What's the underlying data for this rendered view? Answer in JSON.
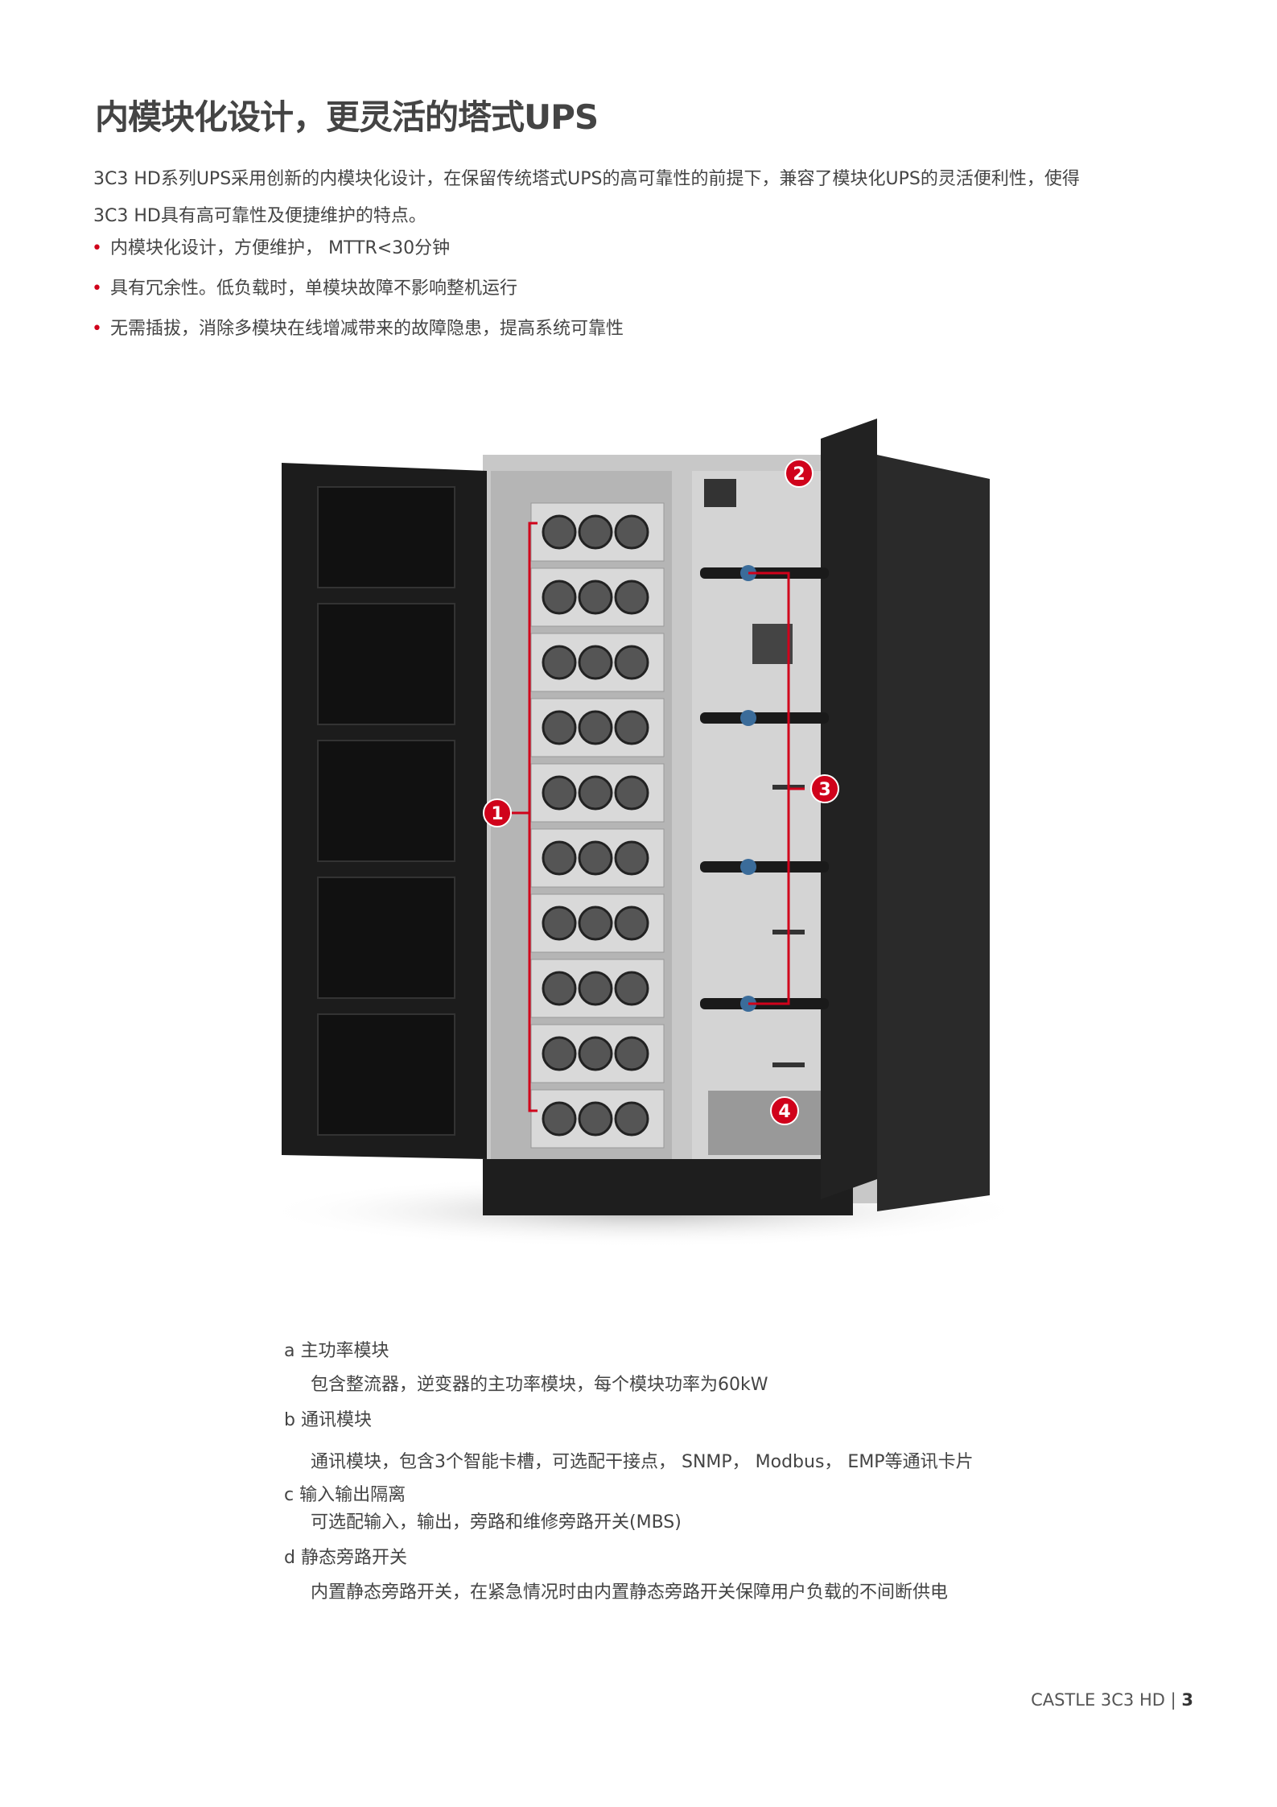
{
  "title": "内模块化设计，更灵活的塔式UPS",
  "intro": [
    "3C3 HD系列UPS采用创新的内模块化设计，在保留传统塔式UPS的高可靠性的前提下，兼容了模块化UPS的灵活便利性，使得",
    "3C3 HD具有高可靠性及便捷维护的特点。"
  ],
  "bullets": [
    "内模块化设计，方便维护，  MTTR<30分钟",
    "具有冗余性。低负载时，单模块故障不影响整机运行",
    "无需插拔，消除多模块在线增减带来的故障隐患，提高系统可靠性"
  ],
  "figure": {
    "callouts": [
      "1",
      "2",
      "3",
      "4"
    ],
    "accent": "#d0021b"
  },
  "legend": [
    {
      "heading": "a 主功率模块",
      "text": "包含整流器，逆变器的主功率模块，每个模块功率为60kW"
    },
    {
      "heading": "b 通讯模块",
      "text": "通讯模块，包含3个智能卡槽，可选配干接点，  SNMP，  Modbus，  EMP等通讯卡片"
    },
    {
      "heading": "c 输入输出隔离",
      "text": "可选配输入，输出，旁路和维修旁路开关(MBS)"
    },
    {
      "heading": "d 静态旁路开关",
      "text": "内置静态旁路开关，在紧急情况时由内置静态旁路开关保障用户负载的不间断供电"
    }
  ],
  "footer": {
    "brand": "CASTLE 3C3 HD",
    "separator": "|",
    "page": "3"
  }
}
